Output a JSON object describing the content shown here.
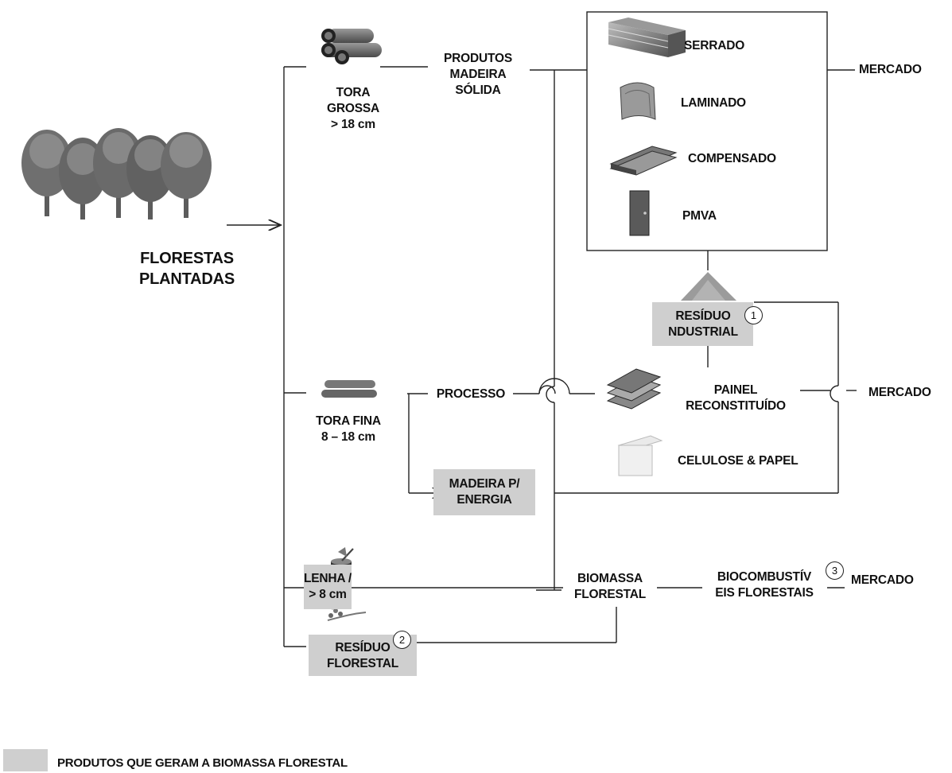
{
  "source": {
    "title": "FLORESTAS\nPLANTADAS"
  },
  "branches": {
    "tora_grossa": "TORA\nGROSSA\n> 18 cm",
    "tora_fina": "TORA FINA\n8 – 18 cm",
    "lenha": "LENHA /\n> 8 cm",
    "residuo_florestal": "RESÍDUO\nFLORESTAL"
  },
  "processes": {
    "produtos_madeira": "PRODUTOS\nMADEIRA\nSÓLIDA",
    "processo": "PROCESSO",
    "madeira_energia": "MADEIRA P/\nENERGIA",
    "residuo_industrial": "RESÍDUO\nNDUSTRIAL",
    "biomassa": "BIOMASSA\nFLORESTAL",
    "biocombustiveis": "BIOCOMBUSTÍV\nEIS FLORESTAIS"
  },
  "products": {
    "serrado": "SERRADO",
    "laminado": "LAMINADO",
    "compensado": "COMPENSADO",
    "pmva": "PMVA",
    "painel": "PAINEL\nRECONSTITUÍDO",
    "celulose": "CELULOSE & PAPEL"
  },
  "markets": {
    "m1": "MERCADO",
    "m2": "MERCADO",
    "m3": "MERCADO"
  },
  "footnotes": {
    "n1": "1",
    "n2": "2",
    "n3": "3"
  },
  "legend": {
    "text": "PRODUTOS QUE GERAM A BIOMASSA FLORESTAL"
  },
  "colors": {
    "highlight": "#cfcfcf",
    "line": "#222222"
  }
}
